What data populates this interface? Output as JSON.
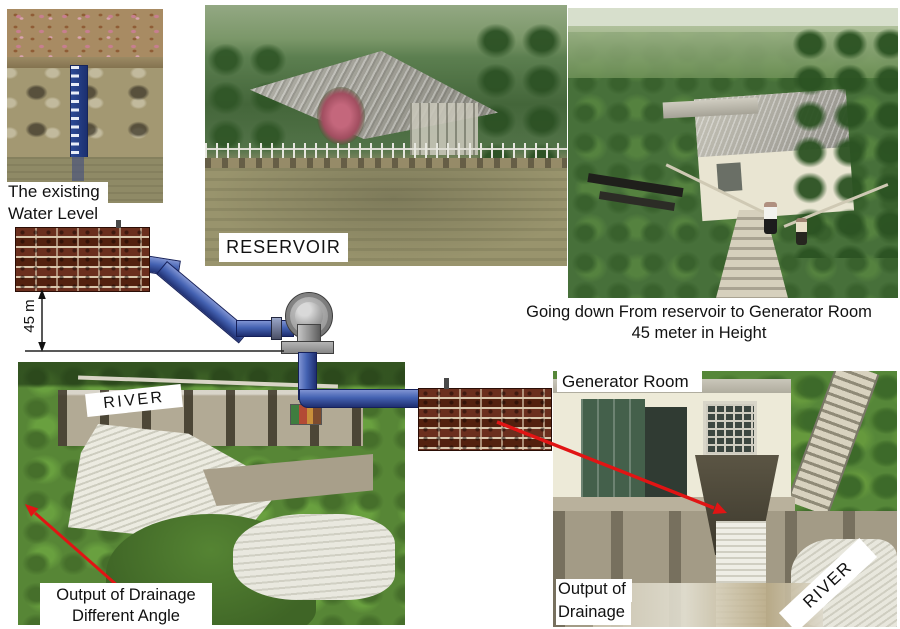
{
  "labels": {
    "existing_water_level_line1": "The existing",
    "existing_water_level_line2": "Water Level",
    "reservoir": "RESERVOIR",
    "going_down_caption_line1": "Going down From reservoir to Generator Room",
    "going_down_caption_line2": "45 meter in Height",
    "height_dimension": "45 m",
    "river_upper": "RIVER",
    "output_drainage_left_line1": "Output of Drainage",
    "output_drainage_left_line2": "Different Angle",
    "generator_room": "Generator Room",
    "output_drainage_right_line1": "Output of",
    "output_drainage_right_line2": "Drainage",
    "river_lower": "RIVER"
  },
  "colors": {
    "pipe_blue": "#4462b2",
    "pipe_outline": "#15205a",
    "arrow_red": "#e11414",
    "brick_red": "#5e2516",
    "metal_gray": "#8f8f8f",
    "label_background": "#ffffff",
    "text": "#111111"
  }
}
